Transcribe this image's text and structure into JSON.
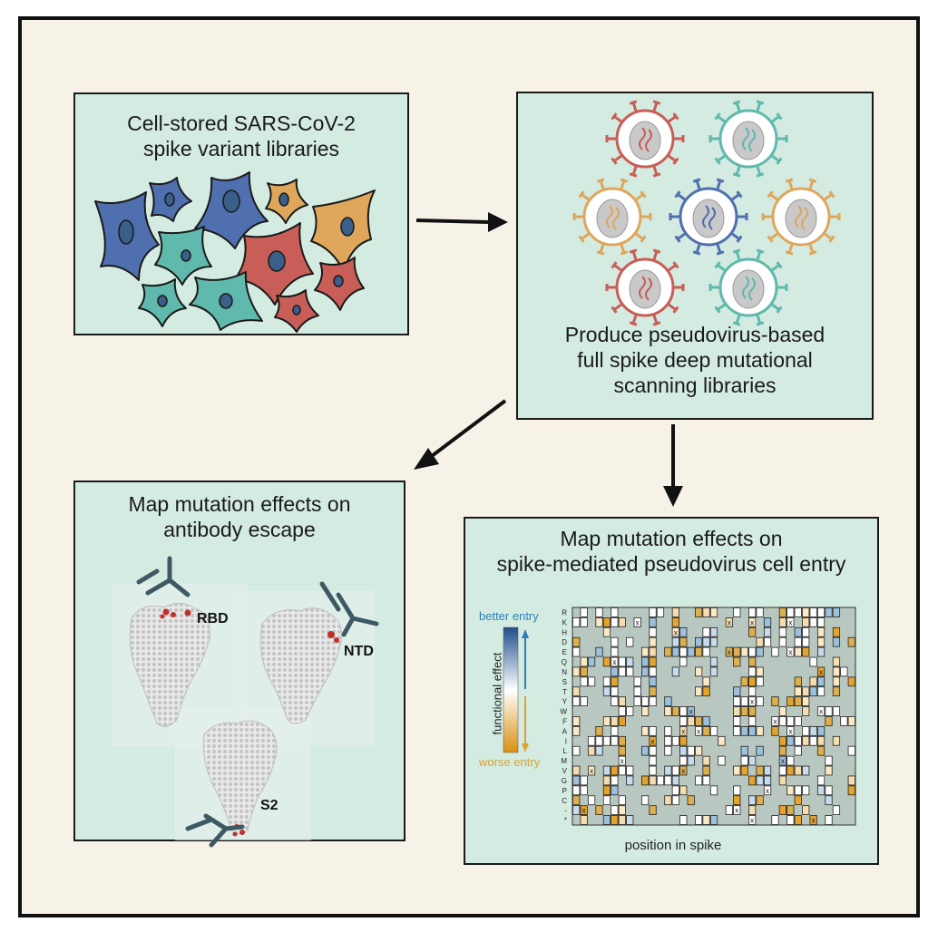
{
  "panels": {
    "libraries": {
      "lines": [
        "Cell-stored SARS-CoV-2",
        "spike variant libraries"
      ]
    },
    "pseudovirus": {
      "lines": [
        "Produce pseudovirus-based",
        "full spike deep mutational",
        "scanning libraries"
      ]
    },
    "antibody": {
      "lines": [
        "Map mutation effects on",
        "antibody escape"
      ],
      "domain_labels": {
        "rbd": "RBD",
        "ntd": "NTD",
        "s2": "S2"
      }
    },
    "entry": {
      "lines": [
        "Map mutation effects on",
        "spike-mediated pseudovirus cell entry"
      ],
      "legend": {
        "better": "better entry",
        "worse": "worse entry",
        "axis": "functional effect"
      },
      "xlabel": "position in spike",
      "row_labels": [
        "R",
        "K",
        "H",
        "D",
        "E",
        "Q",
        "N",
        "S",
        "T",
        "Y",
        "W",
        "F",
        "A",
        "I",
        "L",
        "M",
        "V",
        "G",
        "P",
        "C",
        "-",
        "*"
      ]
    }
  },
  "colors": {
    "panel_bg": "#d4ebe2",
    "frame_bg": "#f6f2e8",
    "blue": "#4f6fae",
    "teal": "#5fb9ac",
    "red": "#c85e57",
    "orange": "#dea75b",
    "better": "#2e7fb6",
    "worse": "#d9a335",
    "antibody": "#3c5964"
  }
}
